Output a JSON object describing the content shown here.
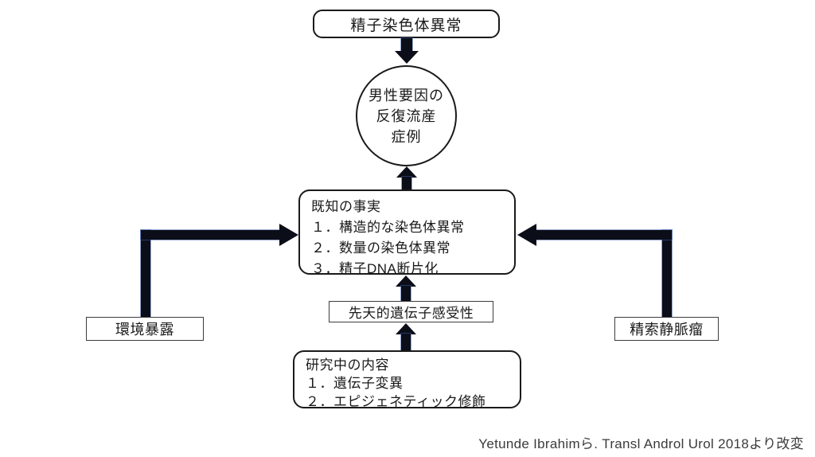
{
  "colors": {
    "background": "#ffffff",
    "box_stroke": "#1a1a1a",
    "thin_box_stroke": "#3d3d3d",
    "arrow_fill": "#0b0d18",
    "arrow_halo": "#3e5ea8",
    "caption_text": "#3b3b3b"
  },
  "nodes": {
    "sperm_box": {
      "label": "精子染色体異常"
    },
    "patient_circle": {
      "lines": [
        "男性要因の",
        "反復流産",
        "症例"
      ]
    },
    "known_box": {
      "title": "既知の事実",
      "items": [
        "１．構造的な染色体異常",
        "２．数量の染色体異常",
        "３．精子DNA断片化"
      ]
    },
    "env_box": {
      "label": "環境暴露"
    },
    "varicocele_box": {
      "label": "精索静脈瘤"
    },
    "genetic_label_box": {
      "label": "先天的遺伝子感受性"
    },
    "research_box": {
      "title": "研究中の内容",
      "items": [
        "１．遺伝子変異",
        "２．エピジェネティック修飾"
      ]
    }
  },
  "caption": {
    "text": "Yetunde Ibrahimら. Transl Androl Urol 2018より改変"
  }
}
